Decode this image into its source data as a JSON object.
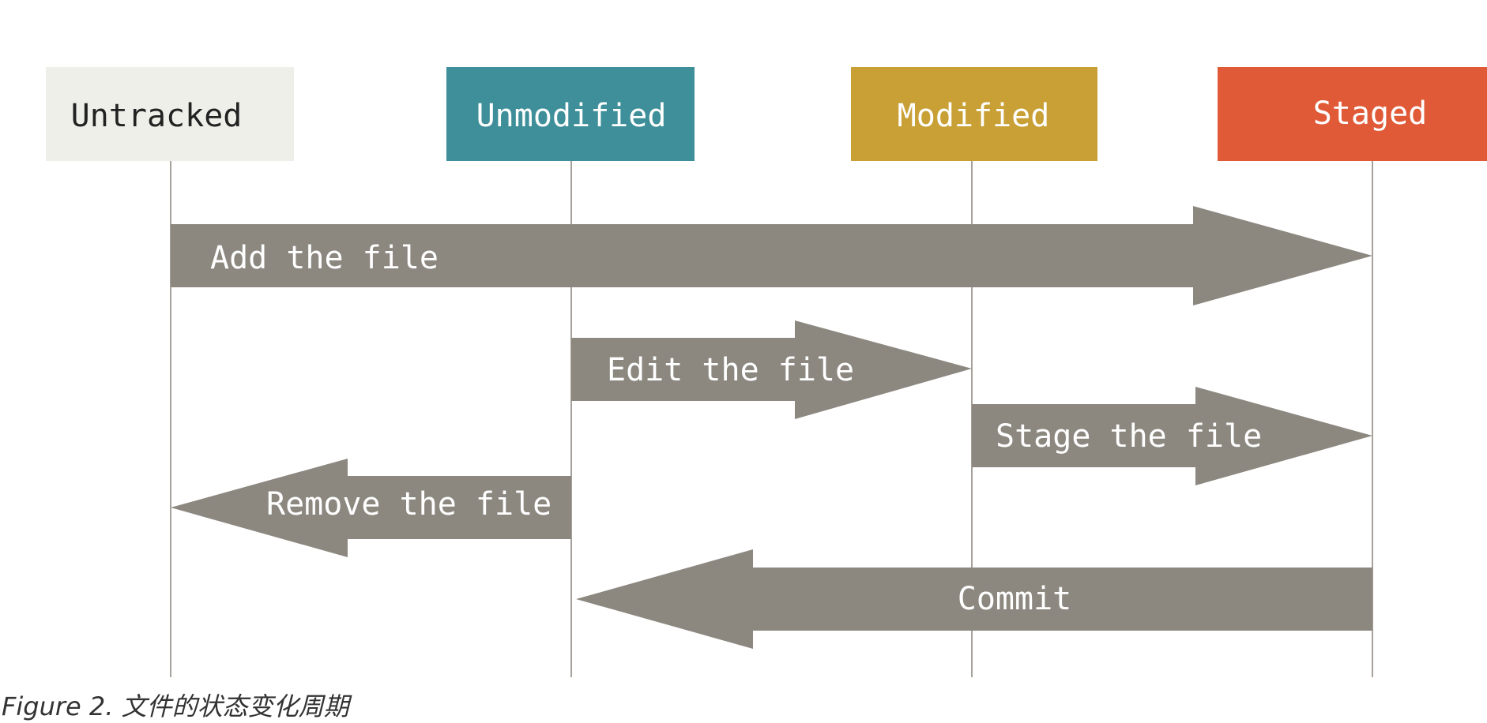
{
  "colors": {
    "untracked": "#efefea",
    "unmodified": "#3e8f99",
    "modified": "#c8a036",
    "staged": "#e05a38",
    "arrow": "#8c8880",
    "lifeline": "#a6a29b",
    "text_dark": "#222222",
    "text_light": "#ffffff"
  },
  "states": [
    {
      "key": "untracked",
      "label": "Untracked"
    },
    {
      "key": "unmodified",
      "label": "Unmodified"
    },
    {
      "key": "modified",
      "label": "Modified"
    },
    {
      "key": "staged",
      "label": "Staged"
    }
  ],
  "transitions": [
    {
      "key": "add",
      "label": "Add the file",
      "from": "untracked",
      "to": "staged"
    },
    {
      "key": "edit",
      "label": "Edit the file",
      "from": "unmodified",
      "to": "modified"
    },
    {
      "key": "stage",
      "label": "Stage the file",
      "from": "modified",
      "to": "staged"
    },
    {
      "key": "remove",
      "label": "Remove the file",
      "from": "unmodified",
      "to": "untracked"
    },
    {
      "key": "commit",
      "label": "Commit",
      "from": "staged",
      "to": "unmodified"
    }
  ],
  "caption": "Figure 2. 文件的状态变化周期"
}
